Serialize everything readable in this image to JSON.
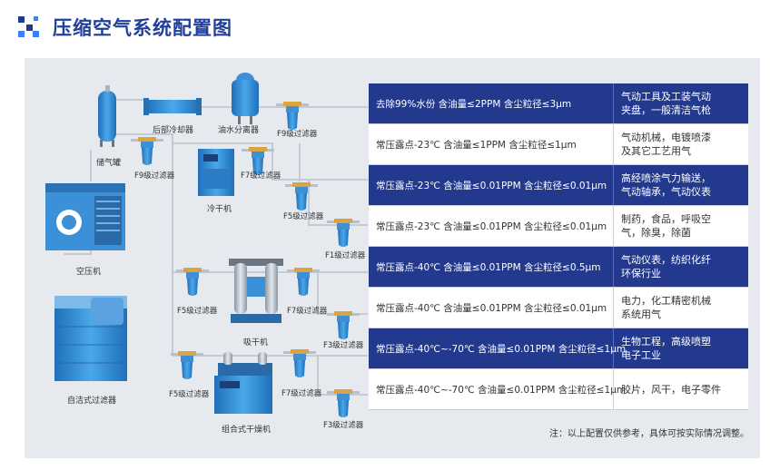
{
  "header": {
    "title": "压缩空气系统配置图"
  },
  "equipment": {
    "air_tank": "储气罐",
    "aftercooler": "后部冷却器",
    "oil_water_separator": "油水分离器",
    "f9_filter_top": "F9级过滤器",
    "f9_filter_left": "F9级过滤器",
    "f7_filter_1": "F7级过滤器",
    "refrigerated_dryer": "冷干机",
    "f5_filter_1": "F5级过滤器",
    "f1_filter": "F1级过滤器",
    "air_compressor": "空压机",
    "f5_filter_2": "F5级过滤器",
    "f7_filter_2": "F7级过滤器",
    "adsorption_dryer": "吸干机",
    "f3_filter_1": "F3级过滤器",
    "self_cleaning_filter": "自洁式过滤器",
    "f5_filter_3": "F5级过滤器",
    "f7_filter_3": "F7级过滤器",
    "combined_dryer": "组合式干燥机",
    "f3_filter_2": "F3级过滤器"
  },
  "table": {
    "rows": [
      {
        "spec": "去除99%水份  含油量≤2PPM  含尘粒径≤3μm",
        "app": [
          "气动工具及工装气动",
          "夹盘，一般清洁气枪"
        ],
        "style": "dark"
      },
      {
        "spec": "常压露点-23℃  含油量≤1PPM  含尘粒径≤1μm",
        "app": [
          "气动机械，电镀喷漆",
          "及其它工艺用气"
        ],
        "style": "light"
      },
      {
        "spec": "常压露点-23℃  含油量≤0.01PPM  含尘粒径≤0.01μm",
        "app": [
          "高经喷涂气力输送，",
          "气动轴承，气动仪表"
        ],
        "style": "dark"
      },
      {
        "spec": "常压露点-23℃  含油量≤0.01PPM  含尘粒径≤0.01μm",
        "app": [
          "制药，食品，呼吸空",
          "气，除臭，除菌"
        ],
        "style": "light"
      },
      {
        "spec": "常压露点-40℃  含油量≤0.01PPM  含尘粒径≤0.5μm",
        "app": [
          "气动仪表，纺织化纤",
          "环保行业"
        ],
        "style": "dark"
      },
      {
        "spec": "常压露点-40℃  含油量≤0.01PPM  含尘粒径≤0.01μm",
        "app": [
          "电力，化工精密机械",
          "系统用气"
        ],
        "style": "light"
      },
      {
        "spec": "常压露点-40℃~-70℃  含油量≤0.01PPM  含尘粒径≤1μm",
        "app": [
          "生物工程，高级喷塑",
          "电子工业"
        ],
        "style": "dark"
      },
      {
        "spec": "常压露点-40℃~-70℃  含油量≤0.01PPM  含尘粒径≤1μm",
        "app": [
          "胶片，风干，电子零件"
        ],
        "style": "light"
      }
    ]
  },
  "note": "注：以上配置仅供参考，具体可按实际情况调整。",
  "colors": {
    "title": "#1f3f9a",
    "dark_row": "#23398e",
    "panel": "#e6e9ee",
    "equipment": "#2f8fd8",
    "pipe": "#c5cad3"
  }
}
